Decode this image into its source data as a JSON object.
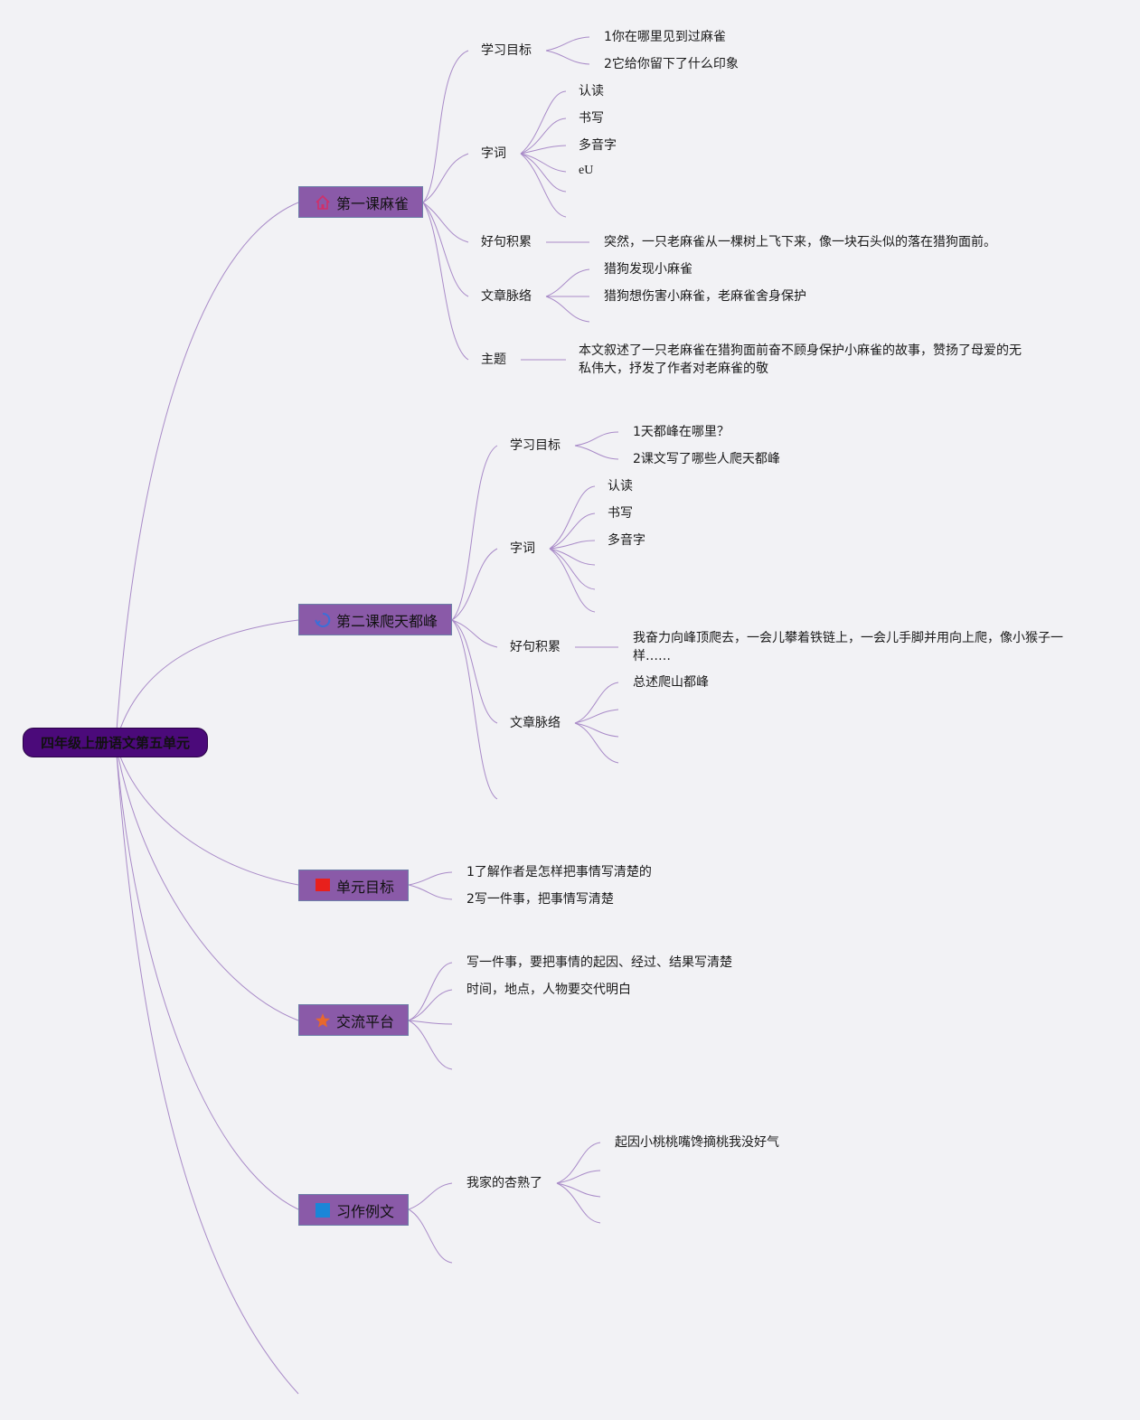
{
  "root": "四年级上册语文第五单元",
  "branches": {
    "b1": "第一课麻雀",
    "b2": "第二课爬天都峰",
    "b3": "单元目标",
    "b4": "交流平台",
    "b5": "习作例文"
  },
  "lesson1": {
    "goal": "学习目标",
    "goal_items": [
      "1你在哪里见到过麻雀",
      "2它给你留下了什么印象"
    ],
    "words": "字词",
    "words_items": [
      "认读",
      "书写",
      "多音字",
      "eU"
    ],
    "sentence": "好句积累",
    "sentence_text": "突然，一只老麻雀从一棵树上飞下来，像一块石头似的落在猎狗面前。",
    "context": "文章脉络",
    "context_items": [
      "猎狗发现小麻雀",
      "猎狗想伤害小麻雀，老麻雀舍身保护"
    ],
    "theme": "主题",
    "theme_text": "本文叙述了一只老麻雀在猎狗面前奋不顾身保护小麻雀的故事，赞扬了母爱的无私伟大，抒发了作者对老麻雀的敬"
  },
  "lesson2": {
    "goal": "学习目标",
    "goal_items": [
      "1天都峰在哪里？",
      "2课文写了哪些人爬天都峰"
    ],
    "words": "字词",
    "words_items": [
      "认读",
      "书写",
      "多音字"
    ],
    "sentence": "好句积累",
    "sentence_text": "我奋力向峰顶爬去，一会儿攀着铁链上，一会儿手脚并用向上爬，像小猴子一样……",
    "context": "文章脉络",
    "context_items": [
      "总述爬山都峰"
    ]
  },
  "unit_goals": [
    "1了解作者是怎样把事情写清楚的",
    "2写一件事，把事情写清楚"
  ],
  "exchange": [
    "写一件事，要把事情的起因、经过、结果写清楚",
    "时间，地点，人物要交代明白"
  ],
  "essay": {
    "title": "我家的杏熟了",
    "items": [
      "起因小桃桃嘴馋摘桃我没好气"
    ]
  },
  "colors": {
    "line": "#a98bc8",
    "root_fill": "#4b0a7a",
    "branch_fill": "#8a5aa8",
    "background": "#f2f2f5"
  },
  "icons": [
    "home-icon",
    "recycle-icon",
    "flag-icon",
    "star-icon",
    "square-icon"
  ]
}
